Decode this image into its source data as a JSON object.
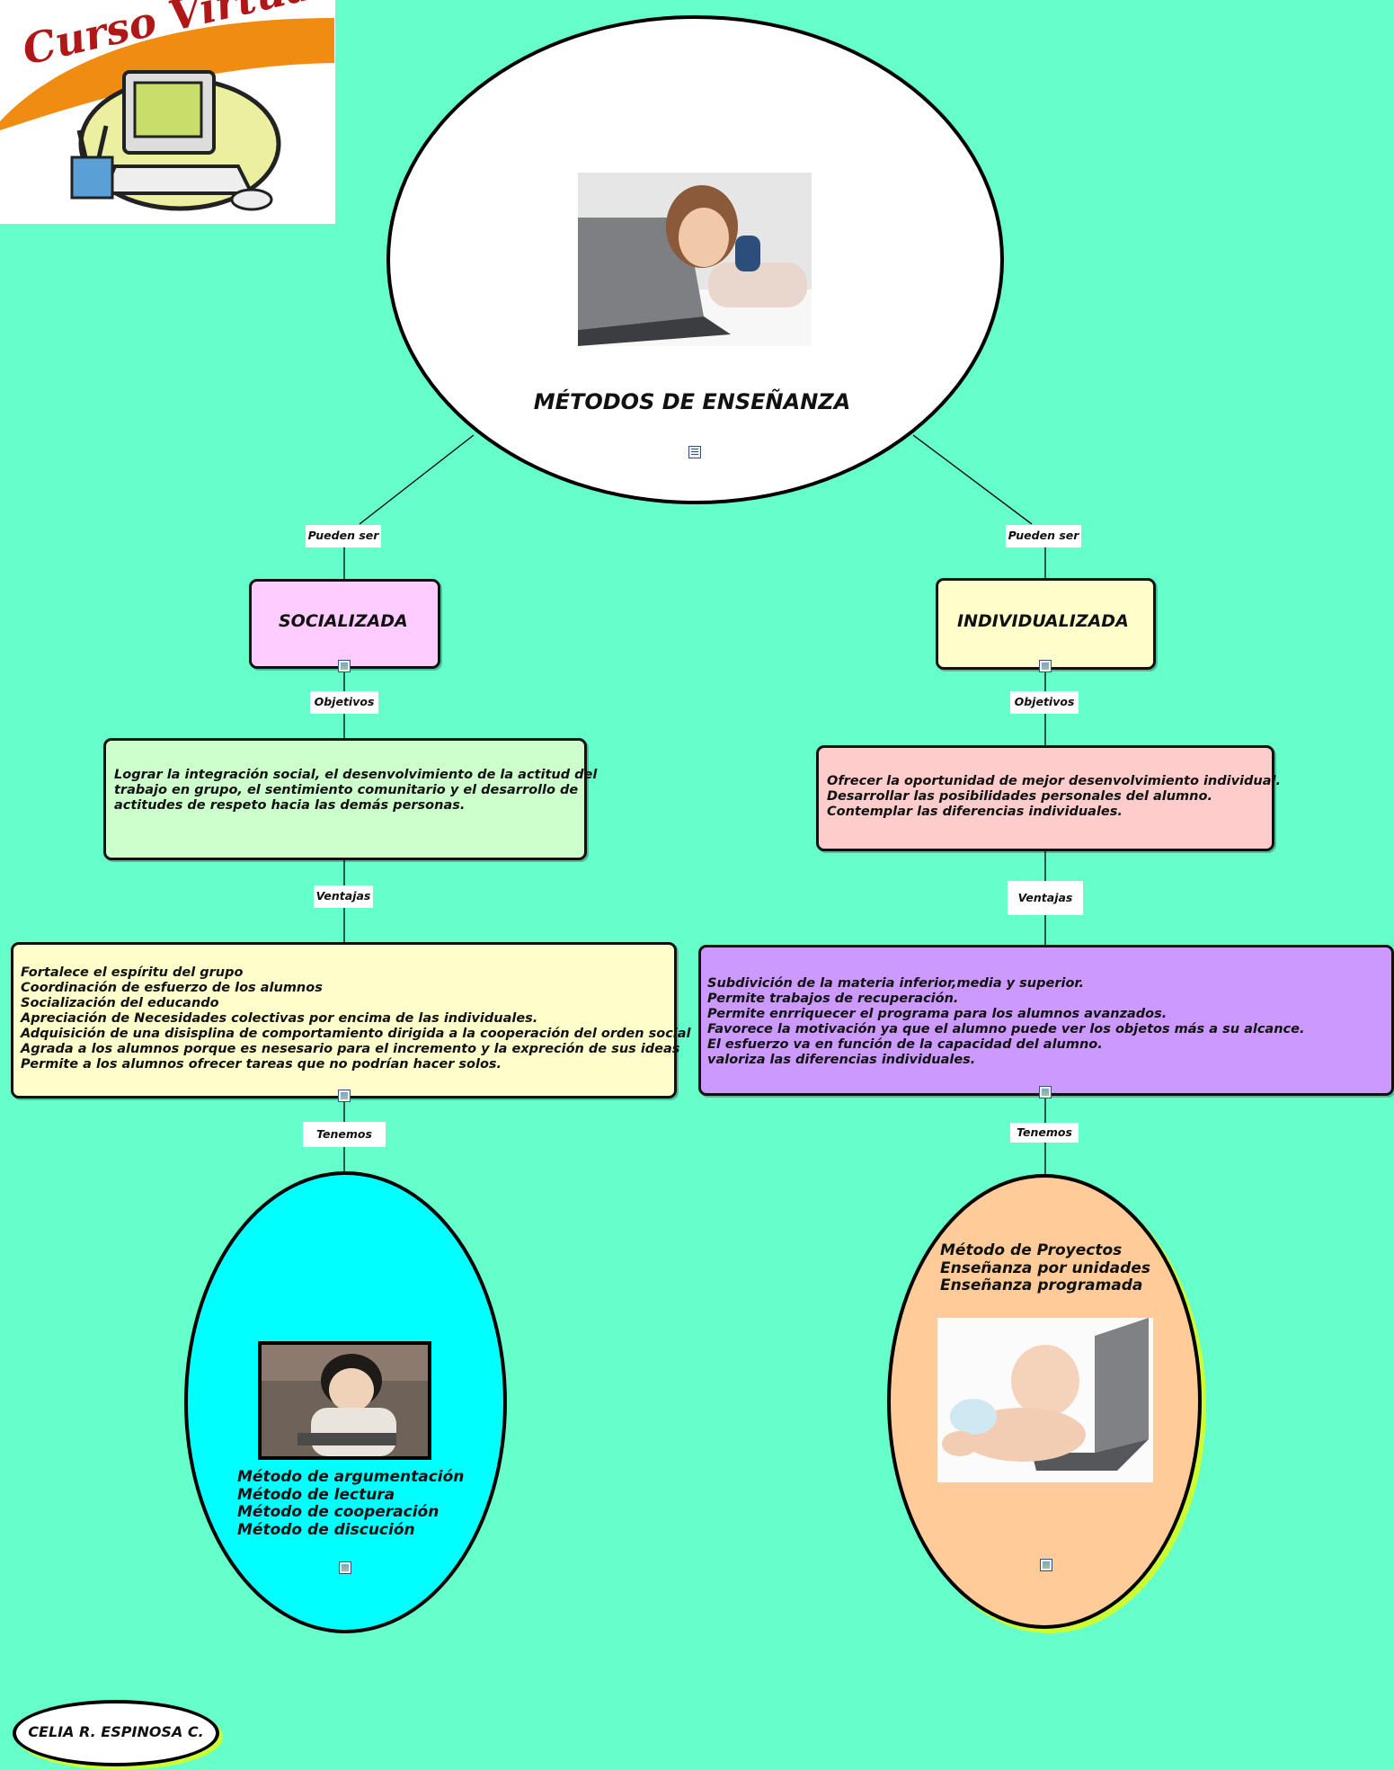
{
  "root": {
    "title": "MÉTODOS DE ENSEÑANZA"
  },
  "logo": {
    "text": "Curso Virtual"
  },
  "left": {
    "link_top": "Pueden ser",
    "title": "SOCIALIZADA",
    "link_objetivos": "Objetivos",
    "objetivos": [
      "Lograr la integración social, el desenvolvimiento de la actitud del",
      "trabajo en grupo, el sentimiento comunitario y el desarrollo de",
      "actitudes de respeto hacia las demás personas."
    ],
    "link_ventajas": "Ventajas",
    "ventajas": [
      "Fortalece el espíritu del grupo",
      "Coordinación de esfuerzo de los alumnos",
      "Socialización del educando",
      "Apreciación de Necesidades colectivas por encima de las individuales.",
      "Adquisición de una disisplina de comportamiento dirigida a la cooperación del orden social",
      "Agrada a los alumnos porque es nesesario para el incremento y la expreción de sus ideas",
      "Permite a los alumnos ofrecer tareas que no podrían hacer solos."
    ],
    "link_tenemos": "Tenemos",
    "metodos": [
      "Método de argumentación",
      "Método de lectura",
      "Método de cooperación",
      "Método de discución"
    ]
  },
  "right": {
    "link_top": "Pueden ser",
    "title": "INDIVIDUALIZADA",
    "link_objetivos": "Objetivos",
    "objetivos": [
      "Ofrecer la oportunidad de mejor desenvolvimiento individual.",
      "Desarrollar las posibilidades personales del alumno.",
      "Contemplar las diferencias individuales."
    ],
    "link_ventajas": "Ventajas",
    "ventajas": [
      "Subdivición de la materia inferior,media y superior.",
      "Permite trabajos de recuperación.",
      "Permite enrriquecer el programa para los alumnos avanzados.",
      "Favorece la motivación ya que el alumno puede ver los objetos más a su alcance.",
      "El esfuerzo va en función de la capacidad del alumno.",
      "valoriza las diferencias individuales."
    ],
    "link_tenemos": "Tenemos",
    "metodos": [
      "Método de Proyectos",
      "Enseñanza por unidades",
      "Enseñanza programada"
    ]
  },
  "author": {
    "name": "CELIA R. ESPINOSA C."
  },
  "colors": {
    "background": "#66ffcc",
    "socializada": "#ffccff",
    "individualizada": "#ffffcc",
    "objetivos_left": "#ccffcc",
    "objetivos_right": "#ffcccc",
    "ventajas_left": "#ffffcc",
    "ventajas_right": "#cc99ff",
    "oval_left": "#00ffff",
    "oval_right": "#ffcc99"
  }
}
